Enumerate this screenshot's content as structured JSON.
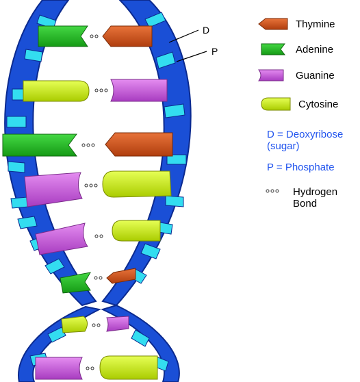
{
  "labels": {
    "d": "D",
    "p": "P"
  },
  "legend": [
    {
      "name": "Thymine",
      "color": "#d4541a",
      "shape": "thymine"
    },
    {
      "name": "Adenine",
      "color": "#22bb22",
      "shape": "adenine"
    },
    {
      "name": "Guanine",
      "color": "#cc55dd",
      "shape": "guanine"
    },
    {
      "name": "Cytosine",
      "color": "#ccee11",
      "shape": "cytosine"
    }
  ],
  "notes": {
    "d_line1": "D = Deoxyribose",
    "d_line2": "(sugar)",
    "p_line": "P = Phosphate",
    "hb_line1": "Hydrogen",
    "hb_line2": "Bond"
  },
  "colors": {
    "backbone": "#1a4fd6",
    "backbone_dark": "#0b2a8f",
    "phosphate": "#33ddf0",
    "thymine": "#d4541a",
    "adenine": "#22bb22",
    "guanine": "#cc55dd",
    "cytosine": "#ccee11"
  }
}
